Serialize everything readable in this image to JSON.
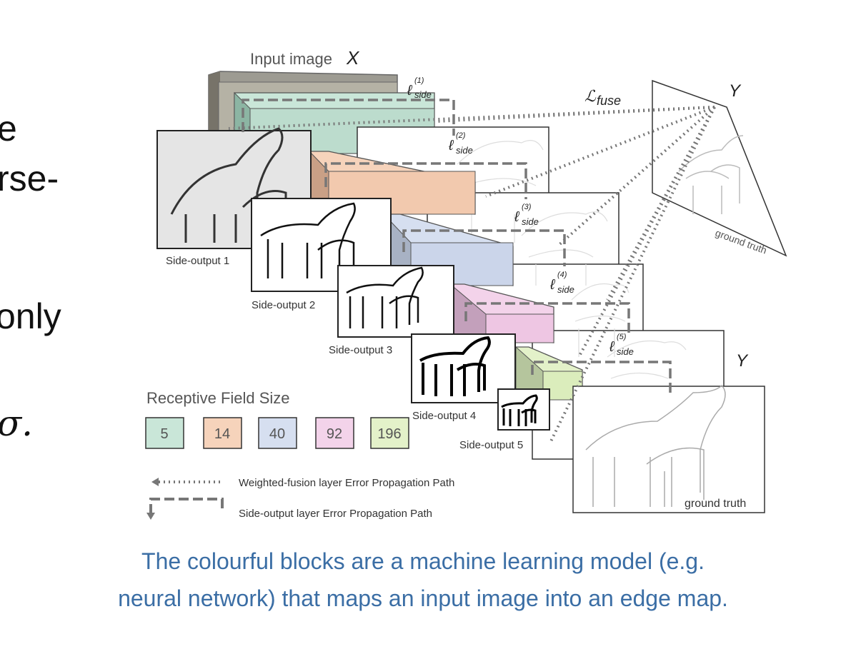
{
  "left_text_fragments": [
    "e",
    "rse-",
    "only",
    "σ."
  ],
  "diagram": {
    "input_label": "Input image",
    "input_symbol": "X",
    "fuse_loss": "ℒ",
    "fuse_sub": "fuse",
    "side_loss_symbol": "ℓ",
    "side_loss_sub": "side",
    "side_loss_sups": [
      "(1)",
      "(2)",
      "(3)",
      "(4)",
      "(5)"
    ],
    "target_symbol": "Y",
    "side_outputs": [
      "Side-output 1",
      "Side-output 2",
      "Side-output 3",
      "Side-output 4",
      "Side-output 5"
    ],
    "ground_truth": "ground truth",
    "legend": {
      "title": "Receptive Field Size",
      "boxes": [
        {
          "value": "5",
          "color": "#c9e6d8"
        },
        {
          "value": "14",
          "color": "#f6d3bb"
        },
        {
          "value": "40",
          "color": "#d6dff0"
        },
        {
          "value": "92",
          "color": "#f3d3ea"
        },
        {
          "value": "196",
          "color": "#e3f1c9"
        }
      ],
      "fusion_path": "Weighted-fusion layer Error Propagation Path",
      "side_path": "Side-output layer Error Propagation Path"
    }
  },
  "caption": {
    "line1": "The colourful blocks are a machine learning model (e.g.",
    "line2": "neural network) that maps an input image into an edge map."
  }
}
